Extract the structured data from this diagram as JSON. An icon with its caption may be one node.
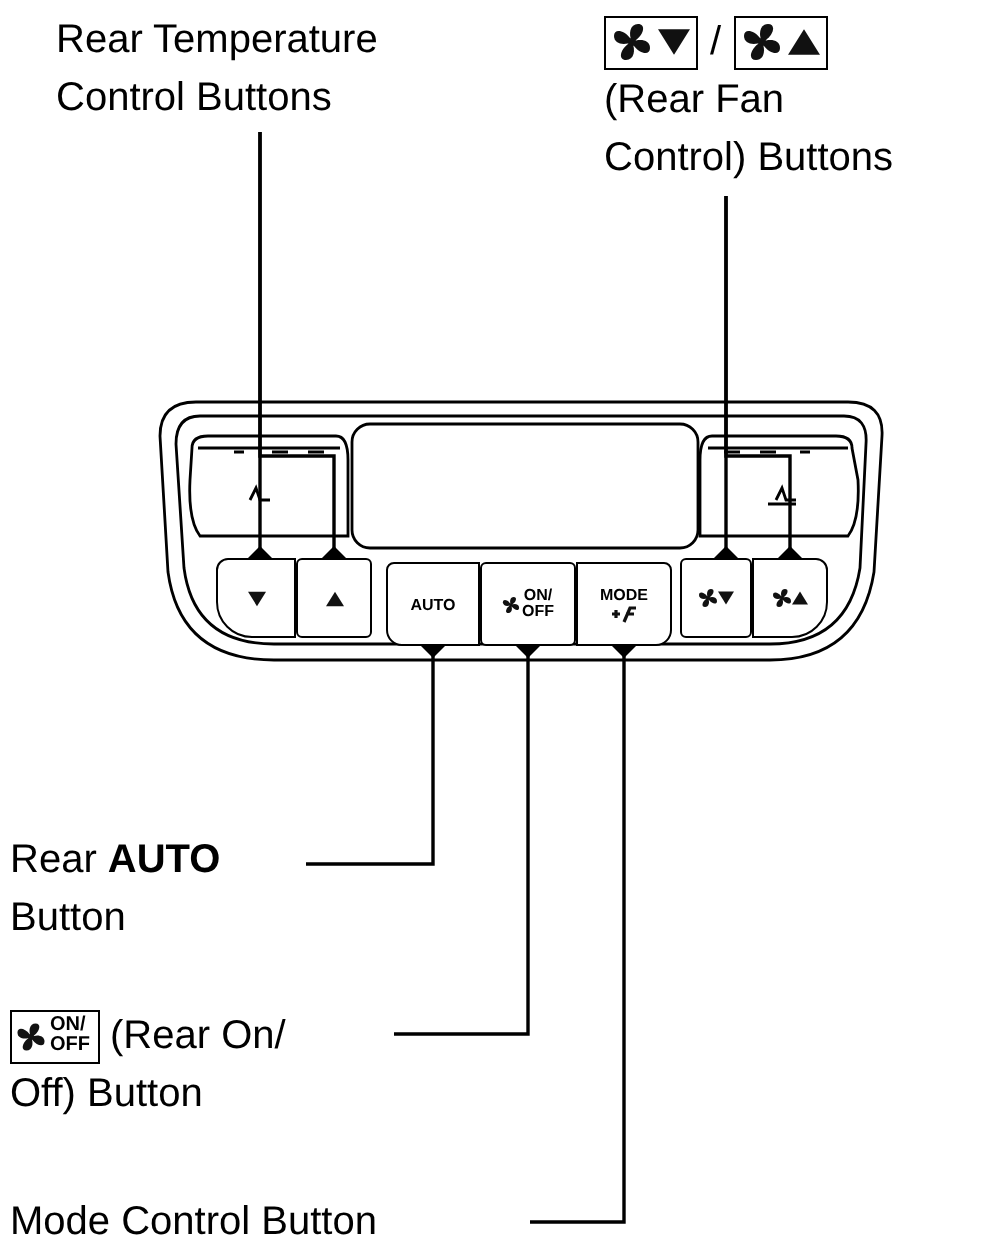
{
  "diagram": {
    "nodes": [
      {
        "text": [
          "Rear Temperature Control Buttons"
        ]
      },
      {
        "text": [
          "/",
          "(Rear Fan Control) Buttons"
        ]
      },
      {
        "text": [
          "Rear **AUTO** Button"
        ]
      },
      {
        "text": [
          "ON/ OFF",
          "(Rear On/ Off) Button"
        ]
      },
      {
        "text": [
          "Mode Control Button"
        ]
      },
      {
        "text": [],
        "shape": "box"
      },
      {
        "text": [],
        "shape": "box"
      },
      {
        "text": [
          "AUTO"
        ]
      },
      {
        "text": [
          "ON/ OFF"
        ]
      },
      {
        "text": [
          "MODE"
        ]
      },
      {
        "text": [],
        "shape": "box"
      },
      {
        "text": [],
        "shape": "box"
      }
    ],
    "edges": [
      {
        "from": 0,
        "to": 5,
        "arrow": "other"
      },
      {
        "from": 0,
        "to": 6,
        "arrow": "other"
      },
      {
        "from": 1,
        "to": 10,
        "arrow": "other"
      },
      {
        "from": 1,
        "to": 11,
        "arrow": "other"
      },
      {
        "from": 2,
        "to": 7,
        "arrow": "other"
      },
      {
        "from": 3,
        "to": 8,
        "arrow": "other"
      },
      {
        "from": 4,
        "to": 9,
        "arrow": "other"
      }
    ]
  }
}
